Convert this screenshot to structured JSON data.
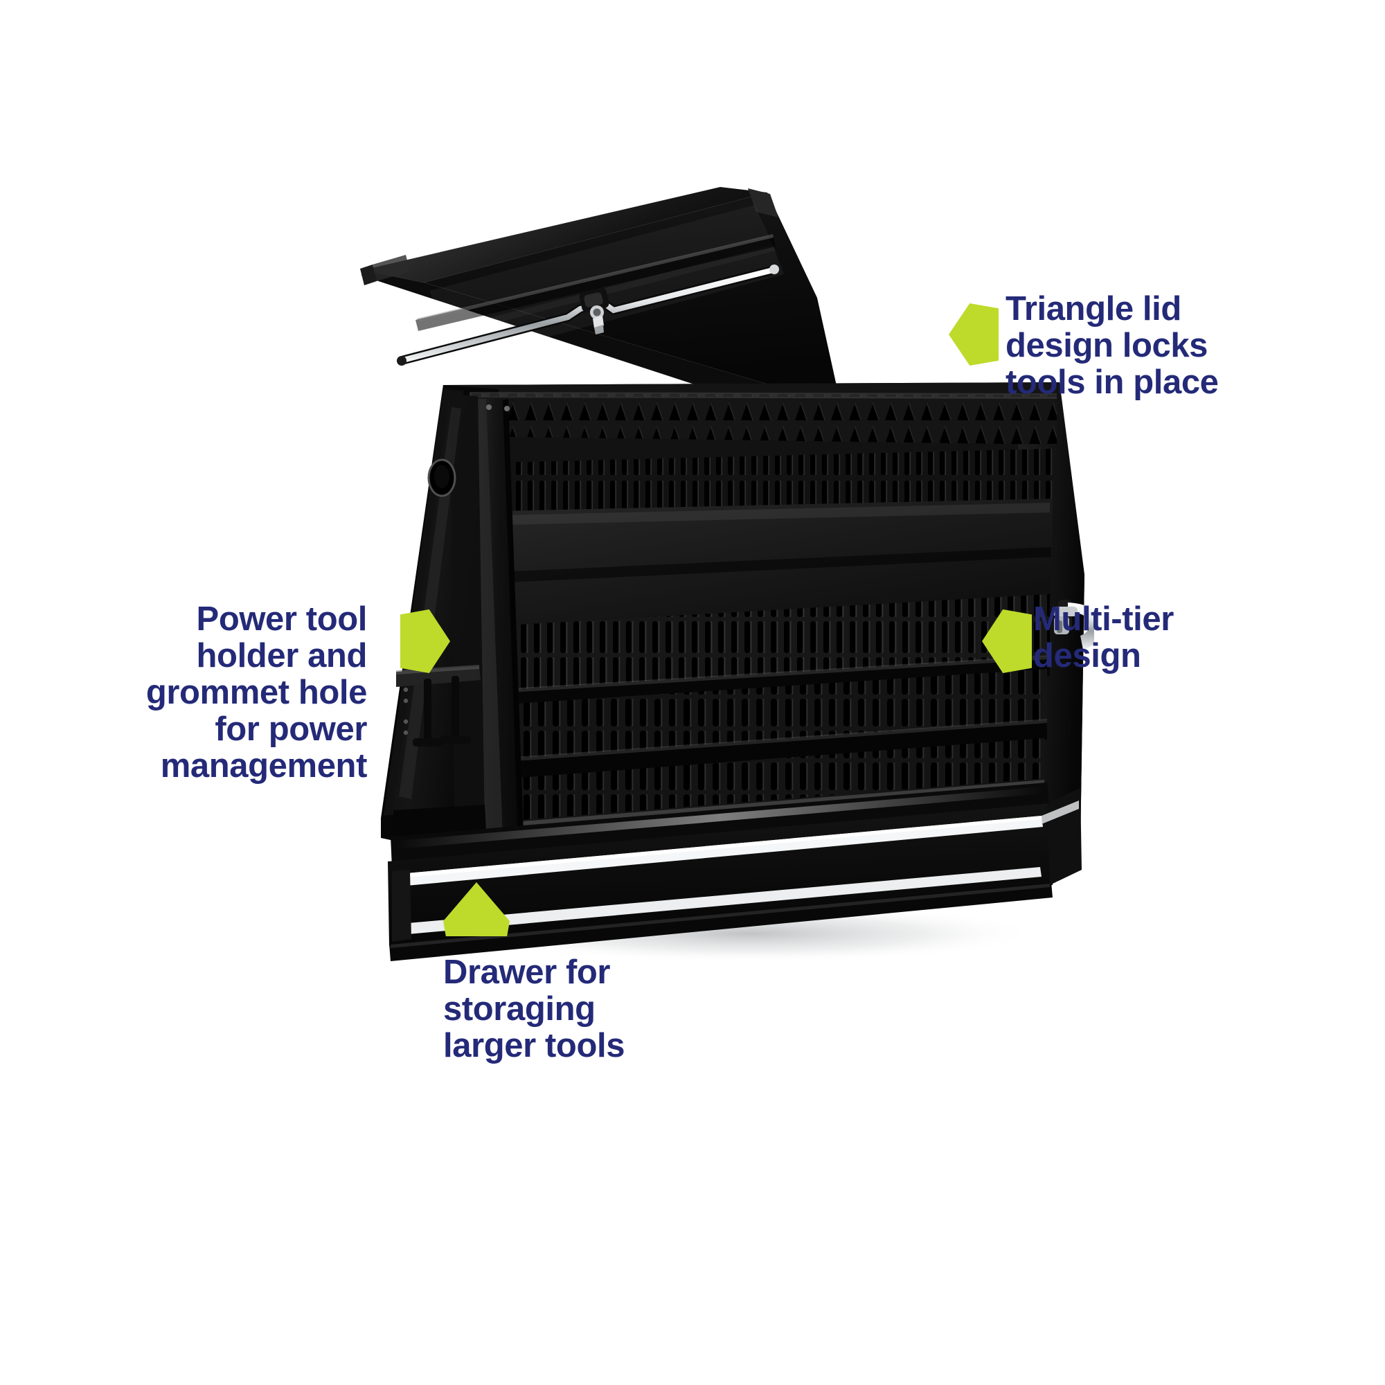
{
  "page": {
    "type": "product-feature-infographic",
    "background_color": "#ffffff",
    "accent_arrow_color": "#bedb2b",
    "text_color": "#242a78"
  },
  "product": {
    "name": "black-triangle-lid-tool-chest",
    "body_color": "#0d0d0d",
    "chrome_color": "#d9dbdd",
    "parts": [
      "lid",
      "lid-support-rod",
      "lid-hinge-lock",
      "power-tool-holder-compartment",
      "grommet-hole",
      "power-tool-hangers",
      "divider-panel",
      "multi-tier-slot-panels",
      "side-latch-handle",
      "bottom-drawer",
      "drawer-chrome-trim"
    ]
  },
  "callouts": [
    {
      "id": "lid",
      "name": "triangle-lid-callout",
      "text": "Triangle lid\ndesign locks\ntools in place",
      "arrow_direction": "left",
      "align": "left"
    },
    {
      "id": "power",
      "name": "power-tool-holder-callout",
      "text": "Power tool\nholder and\ngrommet hole\nfor power\nmanagement",
      "arrow_direction": "right",
      "align": "right"
    },
    {
      "id": "tier",
      "name": "multi-tier-callout",
      "text": "Multi-tier\ndesign",
      "arrow_direction": "left",
      "align": "left"
    },
    {
      "id": "drawer",
      "name": "drawer-callout",
      "text": "Drawer for\nstoraging\nlarger tools",
      "arrow_direction": "up",
      "align": "left"
    }
  ]
}
